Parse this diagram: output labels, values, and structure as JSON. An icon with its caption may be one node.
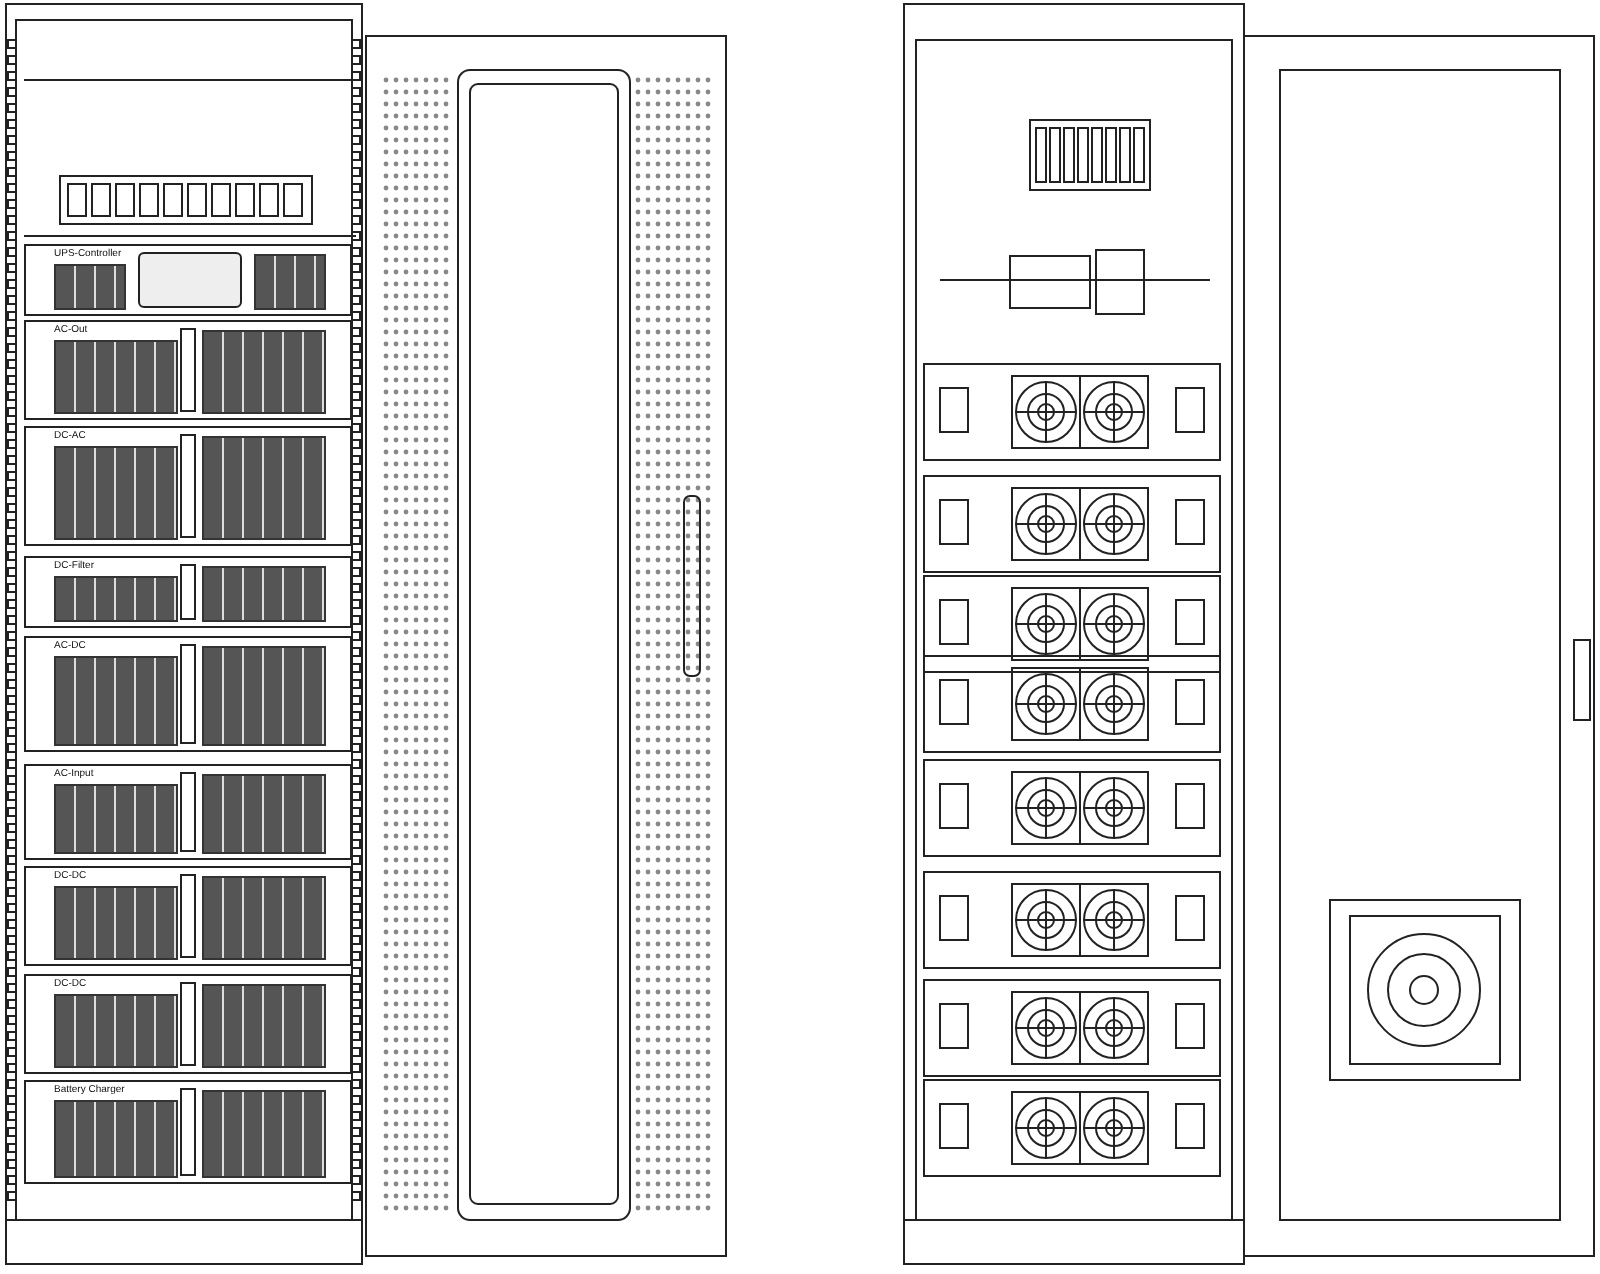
{
  "diagram": {
    "nodes": [
      {
        "text": [
          "UPS-Controller"
        ]
      },
      {
        "text": [
          "AC-Out"
        ]
      },
      {
        "text": [
          "DC-AC"
        ]
      },
      {
        "text": [
          "DC-Filter"
        ]
      },
      {
        "text": [
          "AC-DC"
        ]
      },
      {
        "text": [
          "AC-Input"
        ]
      },
      {
        "text": [
          "DC-DC"
        ]
      },
      {
        "text": [
          "DC-DC"
        ]
      },
      {
        "text": [
          "Battery Charger"
        ]
      }
    ]
  }
}
